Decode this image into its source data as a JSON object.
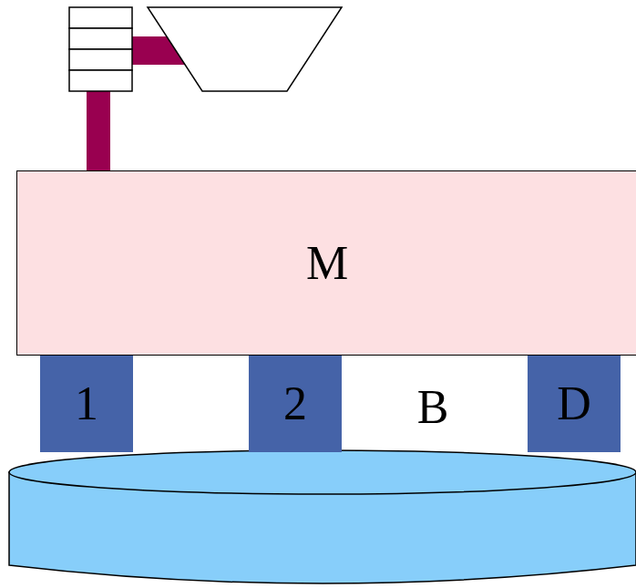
{
  "diagram": {
    "nodes": [
      {
        "text": [
          "M"
        ]
      },
      {
        "text": [
          "1"
        ]
      },
      {
        "text": [
          "2"
        ]
      },
      {
        "text": [
          "D"
        ]
      }
    ],
    "labels": [
      "B"
    ]
  }
}
